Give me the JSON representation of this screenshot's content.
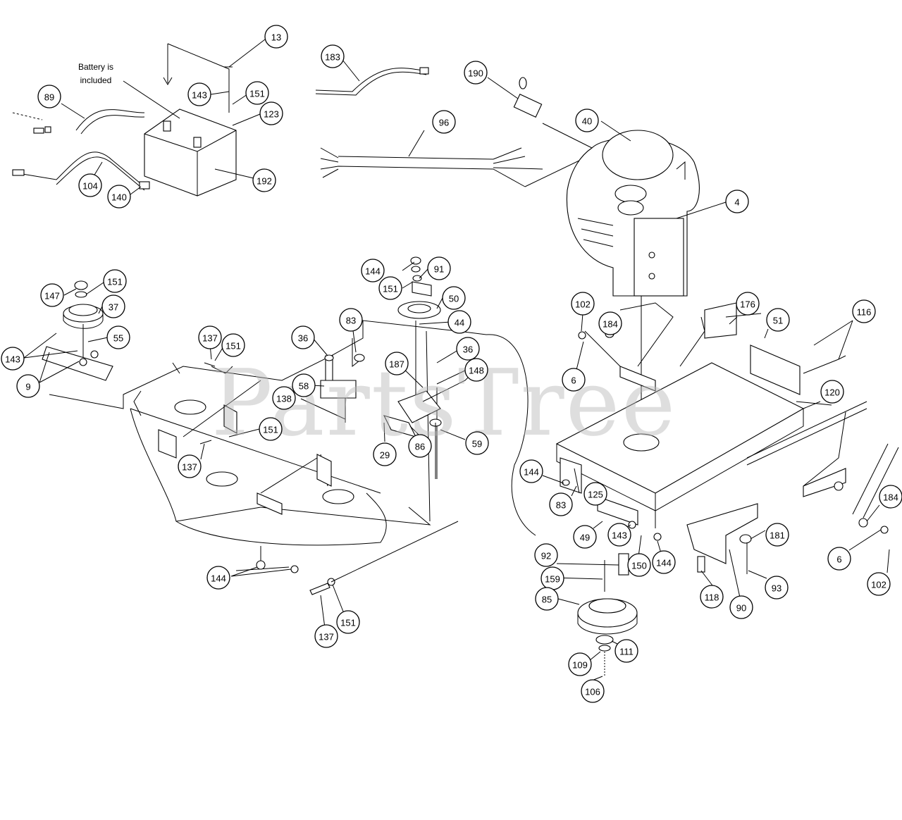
{
  "watermark": "PartsTree",
  "note": {
    "line1": "Battery is",
    "line2": "included"
  },
  "callouts": [
    {
      "id": "c13",
      "label": "13"
    },
    {
      "id": "c183",
      "label": "183"
    },
    {
      "id": "c190",
      "label": "190"
    },
    {
      "id": "c143a",
      "label": "143"
    },
    {
      "id": "c151a",
      "label": "151"
    },
    {
      "id": "c123",
      "label": "123"
    },
    {
      "id": "c89",
      "label": "89"
    },
    {
      "id": "c192",
      "label": "192"
    },
    {
      "id": "c104",
      "label": "104"
    },
    {
      "id": "c140",
      "label": "140"
    },
    {
      "id": "c96",
      "label": "96"
    },
    {
      "id": "c40",
      "label": "40"
    },
    {
      "id": "c4",
      "label": "4"
    },
    {
      "id": "c144a",
      "label": "144"
    },
    {
      "id": "c91",
      "label": "91"
    },
    {
      "id": "c151b",
      "label": "151"
    },
    {
      "id": "c50",
      "label": "50"
    },
    {
      "id": "c44",
      "label": "44"
    },
    {
      "id": "c147",
      "label": "147"
    },
    {
      "id": "c151c",
      "label": "151"
    },
    {
      "id": "c37",
      "label": "37"
    },
    {
      "id": "c55",
      "label": "55"
    },
    {
      "id": "c143b",
      "label": "143"
    },
    {
      "id": "c9",
      "label": "9"
    },
    {
      "id": "c137a",
      "label": "137"
    },
    {
      "id": "c151d",
      "label": "151"
    },
    {
      "id": "c36a",
      "label": "36"
    },
    {
      "id": "c83a",
      "label": "83"
    },
    {
      "id": "c36b",
      "label": "36"
    },
    {
      "id": "c187",
      "label": "187"
    },
    {
      "id": "c148",
      "label": "148"
    },
    {
      "id": "c58",
      "label": "58"
    },
    {
      "id": "c138",
      "label": "138"
    },
    {
      "id": "c151e",
      "label": "151"
    },
    {
      "id": "c137b",
      "label": "137"
    },
    {
      "id": "c29",
      "label": "29"
    },
    {
      "id": "c86",
      "label": "86"
    },
    {
      "id": "c59",
      "label": "59"
    },
    {
      "id": "c102a",
      "label": "102"
    },
    {
      "id": "c184a",
      "label": "184"
    },
    {
      "id": "c176",
      "label": "176"
    },
    {
      "id": "c51",
      "label": "51"
    },
    {
      "id": "c116",
      "label": "116"
    },
    {
      "id": "c6a",
      "label": "6"
    },
    {
      "id": "c120",
      "label": "120"
    },
    {
      "id": "c144b",
      "label": "144"
    },
    {
      "id": "c125",
      "label": "125"
    },
    {
      "id": "c83b",
      "label": "83"
    },
    {
      "id": "c49",
      "label": "49"
    },
    {
      "id": "c143c",
      "label": "143"
    },
    {
      "id": "c150",
      "label": "150"
    },
    {
      "id": "c144c",
      "label": "144"
    },
    {
      "id": "c184b",
      "label": "184"
    },
    {
      "id": "c181",
      "label": "181"
    },
    {
      "id": "c6b",
      "label": "6"
    },
    {
      "id": "c102b",
      "label": "102"
    },
    {
      "id": "c92",
      "label": "92"
    },
    {
      "id": "c159",
      "label": "159"
    },
    {
      "id": "c85",
      "label": "85"
    },
    {
      "id": "c118",
      "label": "118"
    },
    {
      "id": "c93",
      "label": "93"
    },
    {
      "id": "c90",
      "label": "90"
    },
    {
      "id": "c111",
      "label": "111"
    },
    {
      "id": "c109",
      "label": "109"
    },
    {
      "id": "c106",
      "label": "106"
    },
    {
      "id": "c144d",
      "label": "144"
    },
    {
      "id": "c137c",
      "label": "137"
    },
    {
      "id": "c151f",
      "label": "151"
    }
  ]
}
